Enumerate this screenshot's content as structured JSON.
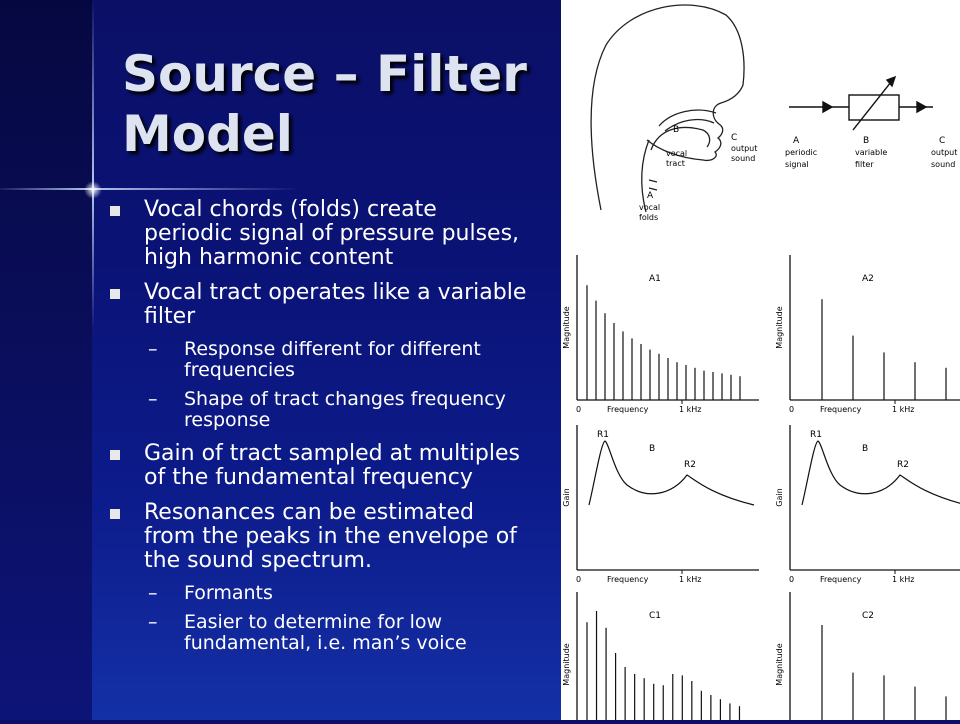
{
  "title": "Source – Filter Model",
  "bullets": [
    {
      "text": "Vocal chords (folds) create periodic signal of pressure pulses, high harmonic content",
      "sub": []
    },
    {
      "text": "Vocal tract operates like a variable filter",
      "sub": [
        "Response different for different frequencies",
        "Shape of tract changes frequency response"
      ]
    },
    {
      "text": "Gain of tract sampled at multiples of the fundamental frequency",
      "sub": []
    },
    {
      "text": "Resonances can be estimated from the peaks in the envelope of the sound spectrum.",
      "sub": [
        "Formants",
        "Easier to determine for low fundamental, i.e. man’s voice"
      ]
    }
  ],
  "figure": {
    "anatomy": {
      "b": "B",
      "vocal_tract_1": "vocal",
      "vocal_tract_2": "tract",
      "c": "C",
      "output_1": "output",
      "output_2": "sound",
      "a": "A",
      "folds_1": "vocal",
      "folds_2": "folds"
    },
    "block": {
      "a": "A",
      "a1": "periodic",
      "a2": "signal",
      "b": "B",
      "b1": "variable",
      "b2": "filter",
      "c": "C",
      "c1": "output",
      "c2": "sound"
    },
    "panels": [
      {
        "id": "a1",
        "label": "A1",
        "ylabel": "Magnitude",
        "kind": "harmonics",
        "values": [
          0.82,
          0.71,
          0.62,
          0.55,
          0.49,
          0.44,
          0.4,
          0.36,
          0.33,
          0.3,
          0.27,
          0.25,
          0.23,
          0.21,
          0.2,
          0.19,
          0.18,
          0.17
        ]
      },
      {
        "id": "a2",
        "label": "A2",
        "ylabel": "Magnitude",
        "kind": "harmonics",
        "values": [
          0.72,
          0.46,
          0.34,
          0.27,
          0.23
        ]
      },
      {
        "id": "b1",
        "label": "B",
        "ylabel": "Gain",
        "kind": "envelope",
        "r1": "R1",
        "r2": "R2"
      },
      {
        "id": "b2",
        "label": "B",
        "ylabel": "Gain",
        "kind": "envelope",
        "r1": "R1",
        "r2": "R2"
      },
      {
        "id": "c1",
        "label": "C1",
        "ylabel": "Magnitude",
        "kind": "harmonics",
        "values": [
          0.82,
          0.9,
          0.78,
          0.6,
          0.5,
          0.45,
          0.42,
          0.38,
          0.37,
          0.45,
          0.44,
          0.4,
          0.33,
          0.3,
          0.27,
          0.24,
          0.22
        ]
      },
      {
        "id": "c2",
        "label": "C2",
        "ylabel": "Magnitude",
        "kind": "harmonics",
        "values": [
          0.8,
          0.46,
          0.44,
          0.36,
          0.29
        ]
      }
    ],
    "xaxis": {
      "zero": "0",
      "label": "Frequency",
      "tick": "1 kHz"
    }
  }
}
